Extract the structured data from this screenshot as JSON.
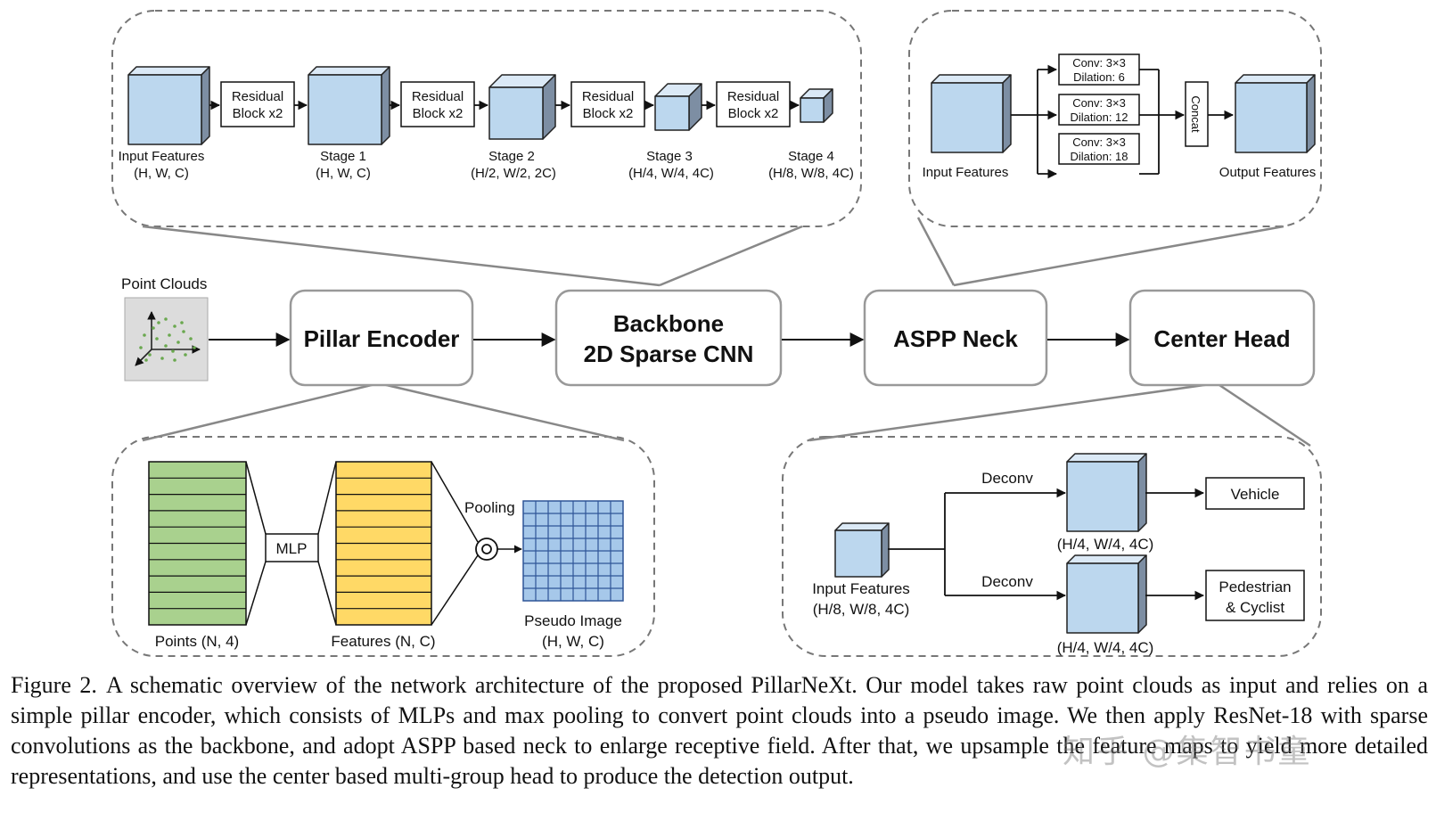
{
  "nodes": {
    "point_clouds": "Point Clouds",
    "pillar_encoder": "Pillar Encoder",
    "backbone_line1": "Backbone",
    "backbone_line2": "2D Sparse CNN",
    "aspp_neck": "ASPP Neck",
    "center_head": "Center Head"
  },
  "backbone_detail": {
    "input_label": "Input Features",
    "input_dims": "(H, W, C)",
    "blocks": [
      "Residual",
      "Block x2"
    ],
    "stage1_label": "Stage 1",
    "stage1_dims": "(H, W, C)",
    "stage2_label": "Stage 2",
    "stage2_dims": "(H/2, W/2, 2C)",
    "stage3_label": "Stage 3",
    "stage3_dims": "(H/4, W/4, 4C)",
    "stage4_label": "Stage 4",
    "stage4_dims": "(H/8, W/8, 4C)"
  },
  "aspp_detail": {
    "input_label": "Input Features",
    "output_label": "Output Features",
    "concat": "Concat",
    "conv": "Conv: 3×3",
    "dilation_1": "Dilation: 6",
    "dilation_2": "Dilation: 12",
    "dilation_3": "Dilation: 18"
  },
  "encoder_detail": {
    "points_label": "Points (N, 4)",
    "mlp": "MLP",
    "features_label": "Features (N, C)",
    "pooling": "Pooling",
    "pseudo_line1": "Pseudo Image",
    "pseudo_line2": "(H, W, C)"
  },
  "head_detail": {
    "input_line1": "Input Features",
    "input_line2": "(H/8, W/8, 4C)",
    "deconv": "Deconv",
    "out_dims": "(H/4, W/4, 4C)",
    "vehicle": "Vehicle",
    "ped_line1": "Pedestrian",
    "ped_line2": "& Cyclist"
  },
  "caption": {
    "lead": "Figure 2.",
    "text": "A schematic overview of the network architecture of the proposed PillarNeXt. Our model takes raw point clouds as input and relies on a simple pillar encoder, which consists of MLPs and max pooling to convert point clouds into a pseudo image. We then apply ResNet-18 with sparse convolutions as the backbone, and adopt ASPP based neck to enlarge receptive field. After that, we upsample the feature maps to yield more detailed representations, and use the center based multi-group head to produce the detection output."
  },
  "watermark": "知乎 @集智书童",
  "colors": {
    "cube_front": "#bcd7ee",
    "cube_top": "#dbe9f6",
    "cube_side": "#7d8ea3",
    "points_fill": "#a9d18e",
    "features_fill": "#ffd966",
    "grid_fill": "#a6c8ea",
    "grid_line": "#2f5597",
    "dots": "#6aa84f"
  }
}
